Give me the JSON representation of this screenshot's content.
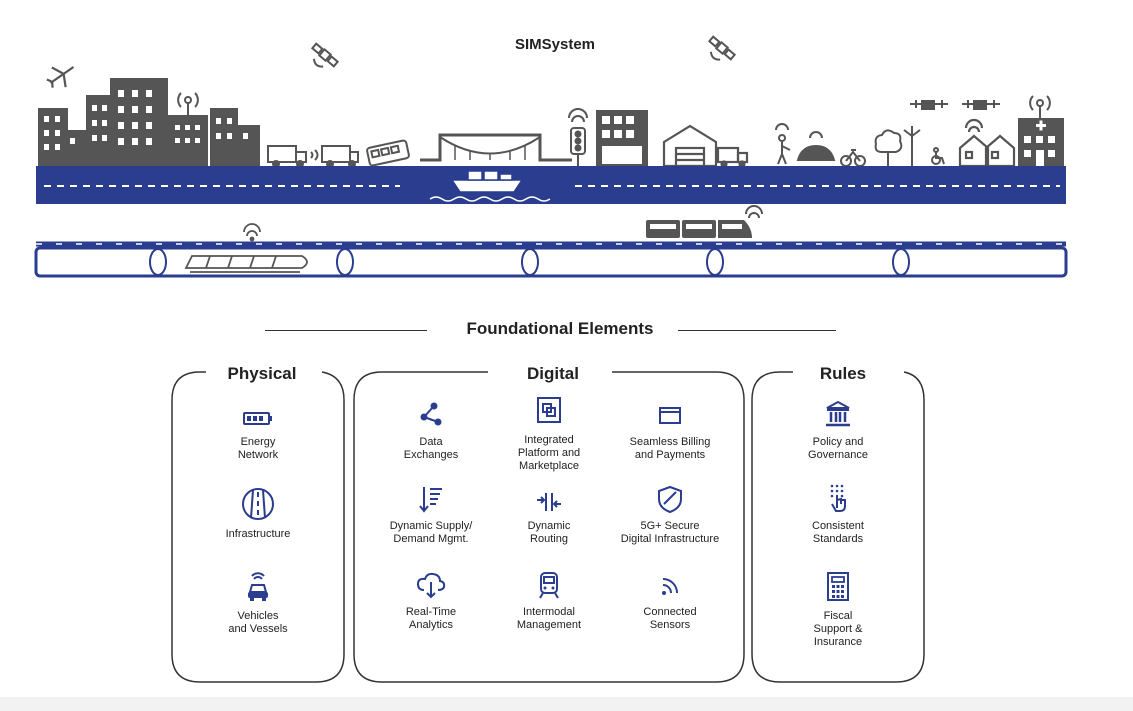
{
  "title": "SIMSystem",
  "foundational_title": "Foundational Elements",
  "colors": {
    "navy": "#2b3d8f",
    "gray": "#555555",
    "outline": "#333333"
  },
  "panels": {
    "physical": {
      "title": "Physical",
      "items": [
        {
          "icon": "battery-icon",
          "label1": "Energy",
          "label2": "Network"
        },
        {
          "icon": "road-icon",
          "label1": "Infrastructure",
          "label2": ""
        },
        {
          "icon": "vehicle-icon",
          "label1": "Vehicles",
          "label2": "and Vessels"
        }
      ]
    },
    "digital": {
      "title": "Digital",
      "items": [
        {
          "icon": "network-icon",
          "label1": "Data",
          "label2": "Exchanges",
          "label3": ""
        },
        {
          "icon": "platform-icon",
          "label1": "Integrated",
          "label2": "Platform and",
          "label3": "Marketplace"
        },
        {
          "icon": "card-icon",
          "label1": "Seamless Billing",
          "label2": "and Payments",
          "label3": ""
        },
        {
          "icon": "sort-icon",
          "label1": "Dynamic Supply/",
          "label2": "Demand Mgmt.",
          "label3": ""
        },
        {
          "icon": "routing-icon",
          "label1": "Dynamic",
          "label2": "Routing",
          "label3": ""
        },
        {
          "icon": "shield-icon",
          "label1": "5G+ Secure",
          "label2": "Digital Infrastructure",
          "label3": ""
        },
        {
          "icon": "cloud-icon",
          "label1": "Real-Time",
          "label2": "Analytics",
          "label3": ""
        },
        {
          "icon": "train-icon",
          "label1": "Intermodal",
          "label2": "Management",
          "label3": ""
        },
        {
          "icon": "signal-icon",
          "label1": "Connected",
          "label2": "Sensors",
          "label3": ""
        }
      ]
    },
    "rules": {
      "title": "Rules",
      "items": [
        {
          "icon": "bank-icon",
          "label1": "Policy and",
          "label2": "Governance",
          "label3": ""
        },
        {
          "icon": "grid-hand-icon",
          "label1": "Consistent",
          "label2": "Standards",
          "label3": ""
        },
        {
          "icon": "calculator-icon",
          "label1": "Fiscal",
          "label2": "Support &",
          "label3": "Insurance"
        }
      ]
    }
  }
}
